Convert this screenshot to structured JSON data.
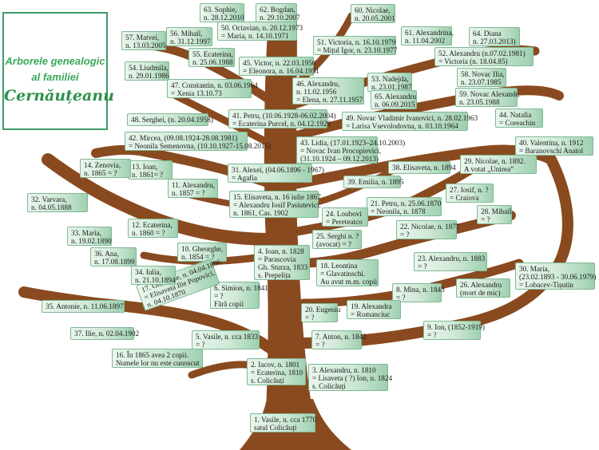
{
  "title": {
    "line1": "Arborele genealogic",
    "line2": "al familiei",
    "line3": "Cernăuțeanu"
  },
  "nodes": [
    {
      "id": "n1",
      "text": "1. Vasile, n. cca 1770\nsatul Colicăuți"
    },
    {
      "id": "n2",
      "text": "2. Iacov, n. 1801\n= Ecaterina, 1810\ns. Colicăuți"
    },
    {
      "id": "n3",
      "text": "3. Alexandru, n. 1810\n= Lisaveta ( ?) Ion, n. 1824\ns. Colicăuți"
    },
    {
      "id": "n4",
      "text": "4. Ioan, n. 1828\n= Parascovia\nGh. Sturza, 1833\ns. Prepelița"
    },
    {
      "id": "n5",
      "text": "5. Vasile, n. cca 1833\n= ?"
    },
    {
      "id": "n6",
      "text": "6. Simion, n. 1841\n= ?\nFără copii"
    },
    {
      "id": "n7",
      "text": "7. Anton, n. 1842\n= ?"
    },
    {
      "id": "n8",
      "text": "8. Mina, n. 1843\n= ?"
    },
    {
      "id": "n9",
      "text": "9. Ion, (1852-1919)\n= ?"
    },
    {
      "id": "n10",
      "text": "10. Gheorghe,\nn. 1854 = ?"
    },
    {
      "id": "n11",
      "text": "11. Alexandru,\nn. 1857 = ?"
    },
    {
      "id": "n12",
      "text": "12. Ecaterina,\nn. 1860 = ?"
    },
    {
      "id": "n13",
      "text": "13. Ioan,\nn. 1861= ?"
    },
    {
      "id": "n14",
      "text": "14. Zenovia,\nn. 1865 = ?"
    },
    {
      "id": "n15",
      "text": "15. Elisaveta, n. 16 iulie 1867\n= Alexandru Iosif Pasiutevici,\nn. 1861, Cas. 1902"
    },
    {
      "id": "n16",
      "text": "16. În 1865 avea 2 copii.\nNumele lor nu este cunoscut"
    },
    {
      "id": "n17",
      "text": "17. Gheorghe, n. 04.04.1866\n= Elisaveta Ilie Popovici,\nn. 04.10.1870"
    },
    {
      "id": "n18",
      "text": "18. Leontina\n= Glavatinschi.\nAu avut m.m. copii"
    },
    {
      "id": "n19",
      "text": "19. Alexandra\n= Romanciuc"
    },
    {
      "id": "n20",
      "text": "20. Eugeniu\n= ?"
    },
    {
      "id": "n21",
      "text": "21. Petru, n. 25.06.1870\n= Neonila, n. 1878"
    },
    {
      "id": "n22",
      "text": "22. Nicolae, n. 1877\n= ?"
    },
    {
      "id": "n23",
      "text": "23. Alexandru, n. 1883\n= ?"
    },
    {
      "id": "n24",
      "text": "24. Loubovi\n= Pereteatco"
    },
    {
      "id": "n25",
      "text": "25. Serghi n. ?\n(avocat) = ?"
    },
    {
      "id": "n26",
      "text": "26. Alexandru\n(mort de mic)"
    },
    {
      "id": "n27",
      "text": "27. Iosif, n. ?\n= Craiova"
    },
    {
      "id": "n28",
      "text": "28. Mihail\n= ?"
    },
    {
      "id": "n29",
      "text": "29. Nicolae, n. 1892.\nA votat „Unirea”"
    },
    {
      "id": "n30",
      "text": "30. Maria,\n(23.02.1893 - 30.06.1979)\n= Lobacev-Tișutin"
    },
    {
      "id": "n31",
      "text": "31. Alexei, (04.06.1896 - 1967)\n= Agafia"
    },
    {
      "id": "n32",
      "text": "32. Varvara,\nn. 04.05.1888"
    },
    {
      "id": "n33",
      "text": "33. Maria,\nn. 19.02.1890"
    },
    {
      "id": "n34",
      "text": "34. Iulia,\nn. 21.10.1894"
    },
    {
      "id": "n35",
      "text": "35. Antonie, n. 11.06.1897"
    },
    {
      "id": "n36",
      "text": "36. Ana,\nn. 17.08.1899"
    },
    {
      "id": "n37",
      "text": "37. Ilie, n. 02.04.1902"
    },
    {
      "id": "n38",
      "text": "38. Elisaveta, n. 1894"
    },
    {
      "id": "n39",
      "text": "39. Emilia, n. 1895"
    },
    {
      "id": "n40",
      "text": "40. Valentina, n. 1912\n= Baranovschi Anatol"
    },
    {
      "id": "n41",
      "text": "41. Petru, (10.06.1928-06.02.2004)\n= Ecaterina Purcel, n. 04.12.1929"
    },
    {
      "id": "n42",
      "text": "42. Mircea, (09.08.1924-28.08.1981)\n= Neonila Semenovna, (10.10.1927-15.08.2015)"
    },
    {
      "id": "n43",
      "text": "43. Lidia, (17.01.1923–24.10.2003)\n= Novac Ivan Procopievici,\n(31.10.1924 – 09.12.2013)"
    },
    {
      "id": "n44",
      "text": "44. Natalia\n= Coreachin"
    },
    {
      "id": "n45",
      "text": "45. Victor, n. 22.03.1950\n= Eleonora, n. 16.04.1951"
    },
    {
      "id": "n46",
      "text": "46. Alexandru,\nn. 11.02.1956\n= Elena, n. 27.11.1957"
    },
    {
      "id": "n47",
      "text": "47. Constantin, n. 03.06.1964\n= Xenia 13.10.73"
    },
    {
      "id": "n48",
      "text": "48. Serghei, (n. 20.04.1958)"
    },
    {
      "id": "n49",
      "text": "49. Novac Vladimir Ivanovici, n. 28.02.1963\n= Larisa Vsevolodovna, n. 03.10.1964"
    },
    {
      "id": "n50",
      "text": "50. Octavian, n. 20.12.1973\n= Maria, n. 14.10.1971"
    },
    {
      "id": "n51",
      "text": "51. Victoria, n. 16.10.1979\n= Mițul Igor, n. 23.10.1977"
    },
    {
      "id": "n52",
      "text": "52. Alexandru (n.07.02.1981)\n= Victoria (n. 18.04.85)"
    },
    {
      "id": "n53",
      "text": "53. Nadejda,\nn. 23.01.1987"
    },
    {
      "id": "n54",
      "text": "54. Liudmila,\nn. 29.01.1986"
    },
    {
      "id": "n55",
      "text": "55. Ecaterina,\nn. 25.06.1988"
    },
    {
      "id": "n56",
      "text": "56. Mihail,\nn. 31.12.1997"
    },
    {
      "id": "n57",
      "text": "57. Matvei,\nn. 13.03.2005"
    },
    {
      "id": "n58",
      "text": "58. Novac Ilia,\nn. 23.07.1985"
    },
    {
      "id": "n59",
      "text": "59. Novac Alexandr,\nn. 23.05.1988"
    },
    {
      "id": "n60",
      "text": "60. Nicolae,\nn. 20.05.2001"
    },
    {
      "id": "n61",
      "text": "61. Alexandrina,\nn. 11.04.2002"
    },
    {
      "id": "n62",
      "text": "62. Bogdan,\nn. 29.10.2007"
    },
    {
      "id": "n63",
      "text": "63. Sophie,\nn. 28.12.2010"
    },
    {
      "id": "n64",
      "text": "64. Diana\nn. 27.03.2013)"
    },
    {
      "id": "n65",
      "text": "65. Alexandru\nn. 06.09.2015"
    }
  ]
}
